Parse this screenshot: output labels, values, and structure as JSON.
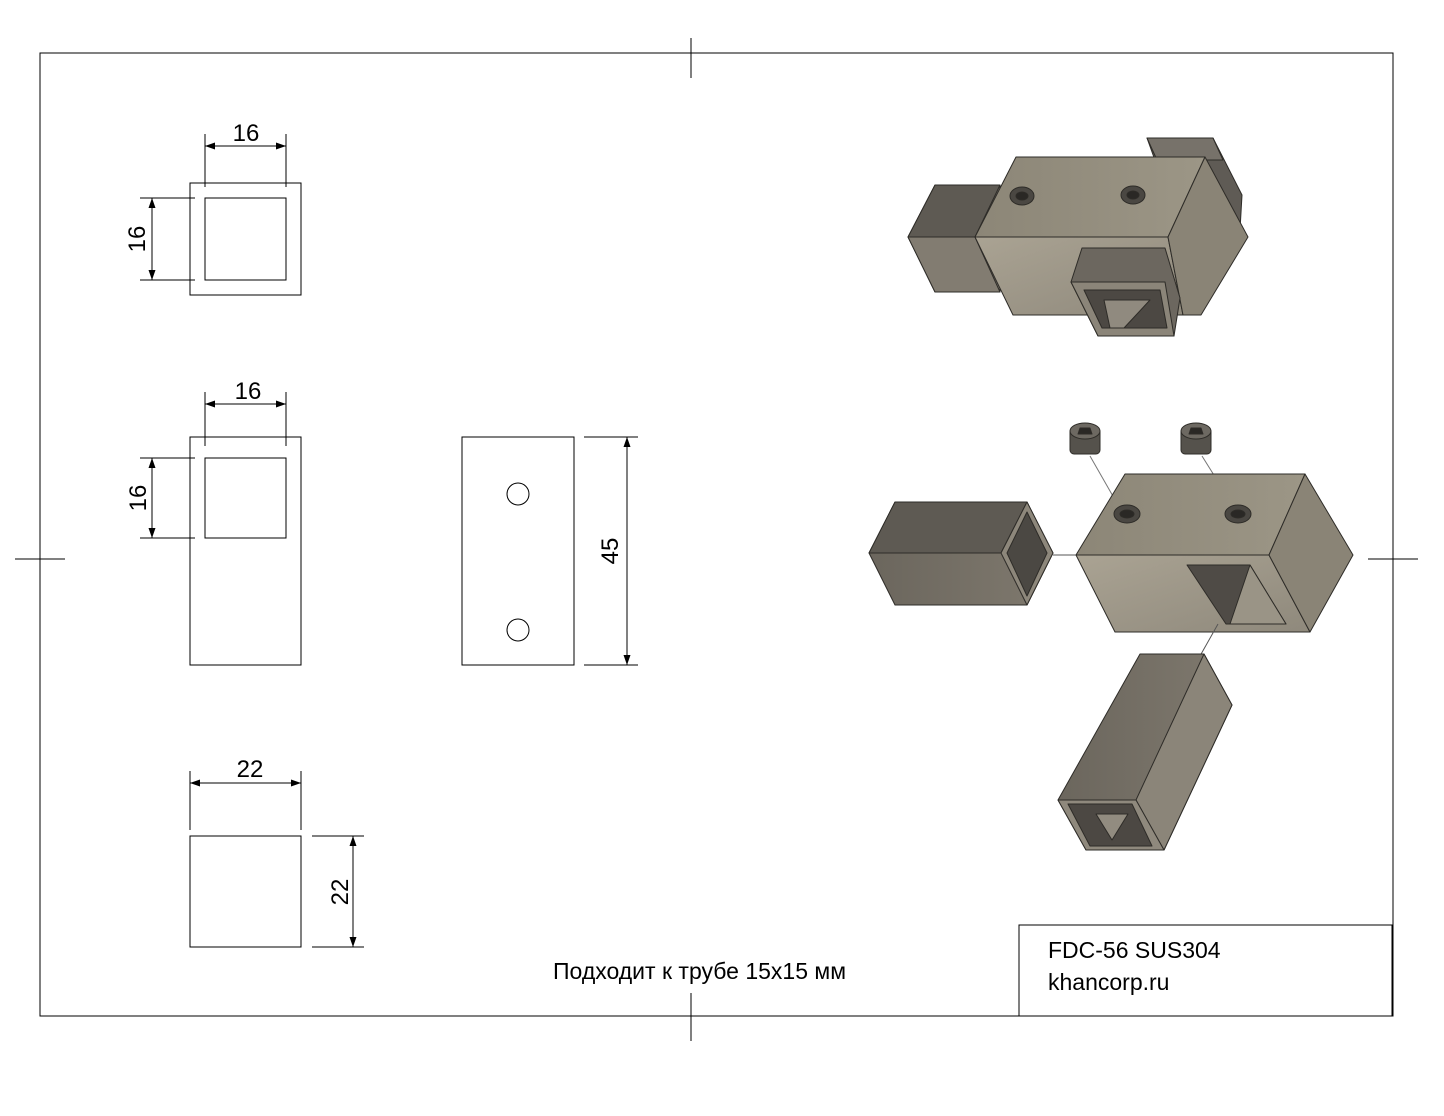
{
  "dimensions": {
    "top_width": "16",
    "top_height": "16",
    "front_width": "16",
    "front_height": "16",
    "side_length": "45",
    "bottom_width": "22",
    "bottom_height": "22"
  },
  "note": "Подходит к трубе 15х15 мм",
  "title_block": {
    "model": "FDC-56 SUS304",
    "website": "khancorp.ru"
  },
  "colors": {
    "line": "#000000",
    "metal_light": "#a39c8b",
    "metal_mid": "#7c766a",
    "metal_dark": "#5a5650",
    "metal_inner": "#86817a"
  }
}
